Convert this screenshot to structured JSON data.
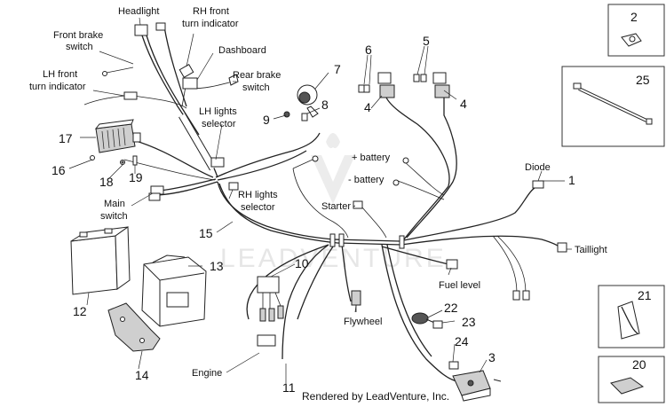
{
  "labels": {
    "headlight": "Headlight",
    "rh_front_1": "RH front",
    "rh_front_2": "turn indicator",
    "front_brake_1": "Front brake",
    "front_brake_2": "switch",
    "dashboard": "Dashboard",
    "rear_brake_1": "Rear brake",
    "rear_brake_2": "switch",
    "lh_front_1": "LH front",
    "lh_front_2": "turn indicator",
    "lh_lights_1": "LH lights",
    "lh_lights_2": "selector",
    "plus_battery": "+ battery",
    "minus_battery": "- battery",
    "diode": "Diode",
    "main_switch_1": "Main",
    "main_switch_2": "switch",
    "rh_lights_1": "RH lights",
    "rh_lights_2": "selector",
    "starter": "Starter",
    "taillight": "Taillight",
    "fuel_level": "Fuel level",
    "flywheel": "Flywheel",
    "engine": "Engine"
  },
  "numbers": {
    "n1": "1",
    "n2": "2",
    "n3": "3",
    "n4a": "4",
    "n4b": "4",
    "n5": "5",
    "n6": "6",
    "n7": "7",
    "n8": "8",
    "n9": "9",
    "n10": "10",
    "n11": "11",
    "n12": "12",
    "n13": "13",
    "n14": "14",
    "n15": "15",
    "n16": "16",
    "n17": "17",
    "n18": "18",
    "n19": "19",
    "n20": "20",
    "n21": "21",
    "n22": "22",
    "n23": "23",
    "n24": "24",
    "n25": "25"
  },
  "watermark": "LEADVENTURE",
  "footer": "Rendered by LeadVenture, Inc."
}
